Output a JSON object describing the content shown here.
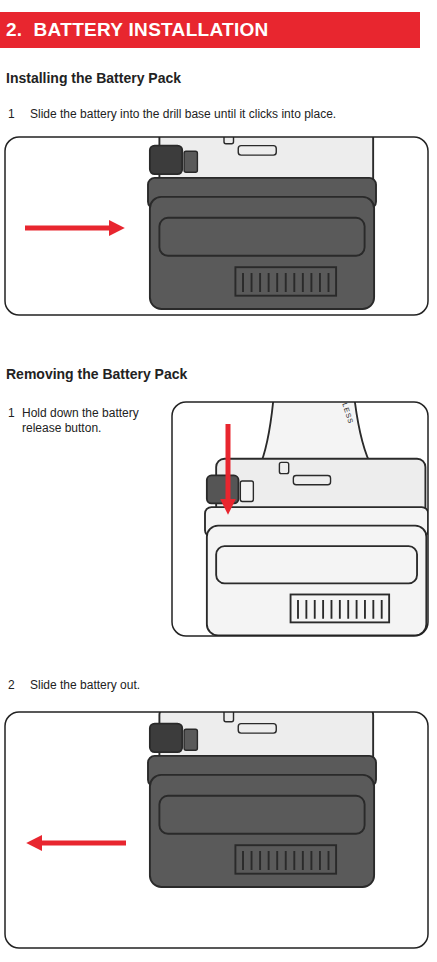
{
  "diagram": {
    "title": "2.  BATTERY INSTALLATION",
    "labels": [
      "Installing the Battery Pack",
      "1",
      "Slide the battery into the drill base until it clicks into place.",
      "Removing the Battery Pack",
      "1",
      "Hold down the battery release button.",
      "LESS",
      "2",
      "Slide the battery out."
    ]
  }
}
